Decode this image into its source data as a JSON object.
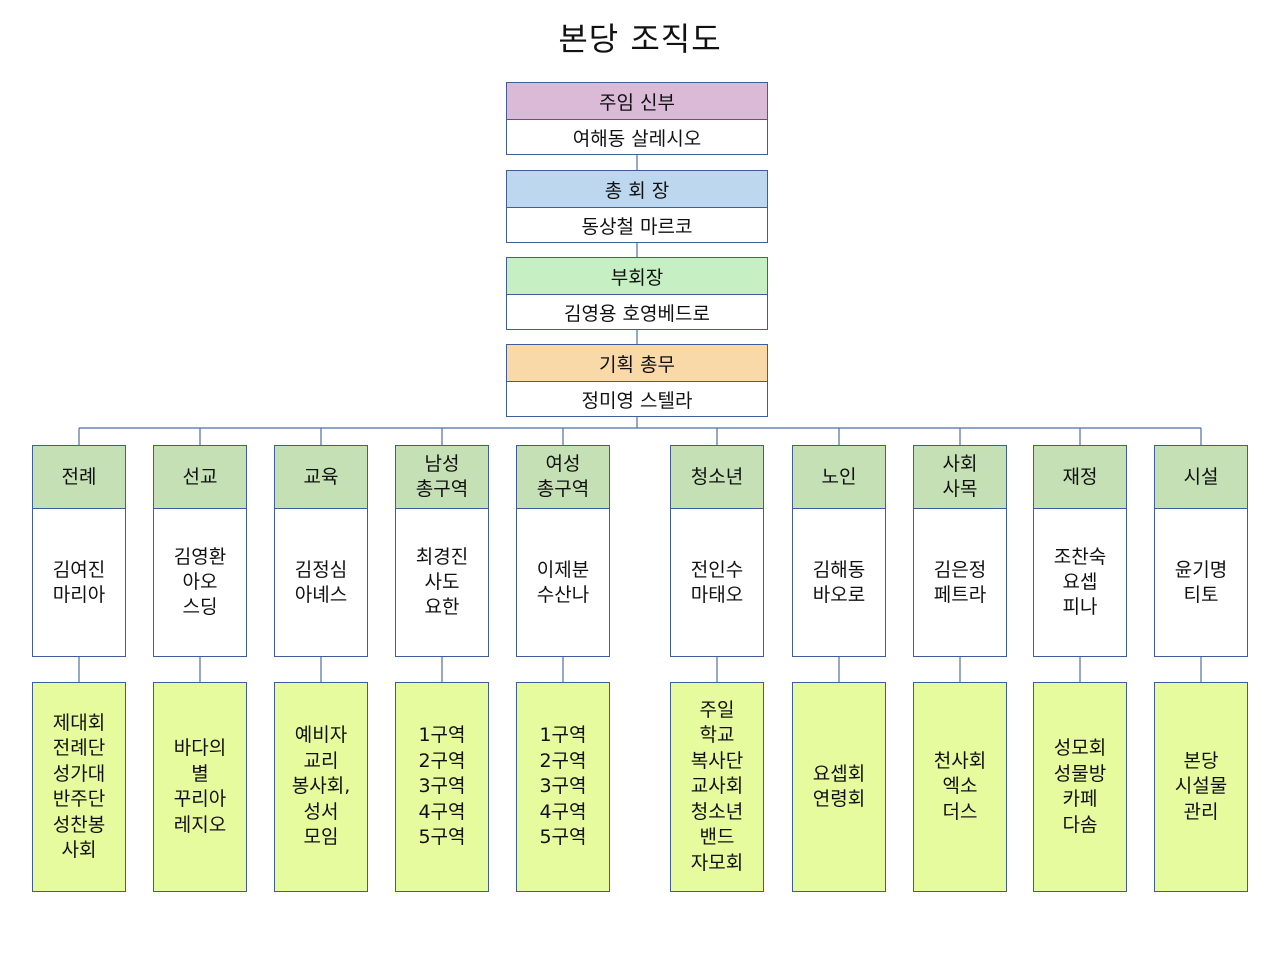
{
  "title": "본당 조직도",
  "leadership": [
    {
      "role": "주임 신부",
      "name": "여해동 살레시오",
      "color": "#dbbad8"
    },
    {
      "role": "총 회 장",
      "name": "동상철 마르코",
      "color": "#bdd7ee"
    },
    {
      "role": "부회장",
      "name": "김영용 호영베드로",
      "color": "#c6efc4"
    },
    {
      "role": "기획 총무",
      "name": "정미영 스텔라",
      "color": "#f9d9a8"
    }
  ],
  "departments": [
    {
      "name": "전례",
      "head": "김여진\n마리아",
      "groups": "제대회\n전례단\n성가대\n반주단\n성찬봉\n사회"
    },
    {
      "name": "선교",
      "head": "김영환\n아오\n스딩",
      "groups": "바다의\n별\n꾸리아\n레지오"
    },
    {
      "name": "교육",
      "head": "김정심\n아녜스",
      "groups": "예비자\n교리\n봉사회,\n성서\n모임"
    },
    {
      "name": "남성\n총구역",
      "head": "최경진\n사도\n요한",
      "groups": "1구역\n2구역\n3구역\n4구역\n5구역"
    },
    {
      "name": "여성\n총구역",
      "head": "이제분\n수산나",
      "groups": "1구역\n2구역\n3구역\n4구역\n5구역"
    },
    {
      "name": "청소년",
      "head": "전인수\n마태오",
      "groups": "주일\n학교\n복사단\n교사회\n청소년\n밴드\n자모회"
    },
    {
      "name": "노인",
      "head": "김해동\n바오로",
      "groups": "요셉회\n연령회"
    },
    {
      "name": "사회\n사목",
      "head": "김은정\n페트라",
      "groups": "천사회\n엑소\n더스"
    },
    {
      "name": "재정",
      "head": "조찬숙\n요셉\n피나",
      "groups": "성모회\n성물방\n카페\n다솜"
    },
    {
      "name": "시설",
      "head": "윤기명\n티토",
      "groups": "본당\n시설물\n관리"
    }
  ],
  "colors": {
    "line": "#4a6fa5",
    "border": "#3f5e99",
    "dept_header": "#c5e0b4",
    "group_fill": "#e6fa9e"
  }
}
